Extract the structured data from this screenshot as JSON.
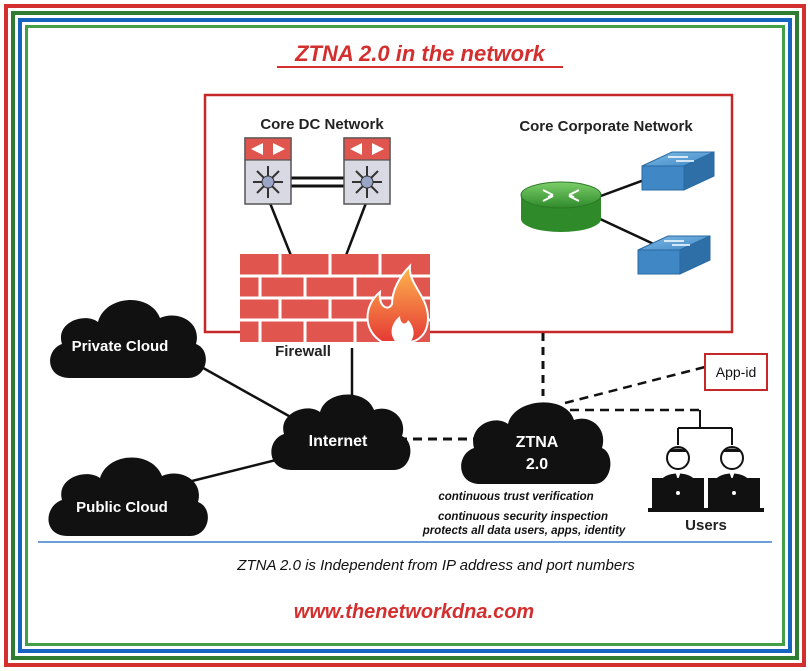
{
  "title": "ZTNA 2.0 in the network",
  "core_dc": {
    "label": "Core DC Network"
  },
  "core_corporate": {
    "label": "Core Corporate Network"
  },
  "firewall": {
    "label": "Firewall"
  },
  "clouds": {
    "private": "Private Cloud",
    "public": "Public Cloud",
    "internet": "Internet",
    "ztna_line1": "ZTNA",
    "ztna_line2": "2.0"
  },
  "app_id": "App-id",
  "users": {
    "label": "Users"
  },
  "ztna_notes": [
    "continuous trust verification",
    "continuous security inspection",
    "protects all data users, apps, identity"
  ],
  "footer": {
    "statement": "ZTNA 2.0 is Independent from IP address and port numbers",
    "url": "www.thenetworkdna.com"
  },
  "colors": {
    "accent_red": "#d32f2f",
    "border_green": "#2e7d32",
    "border_blue": "#1565c0",
    "router_green": "#43a047",
    "switch_blue": "#3f88c5",
    "firewall_red": "#e0564f",
    "cloud_black": "#111111"
  },
  "icons": [
    "multilayer-switch-icon",
    "router-icon",
    "switch-icon",
    "firewall-icon",
    "user-icon",
    "laptop-icon"
  ]
}
